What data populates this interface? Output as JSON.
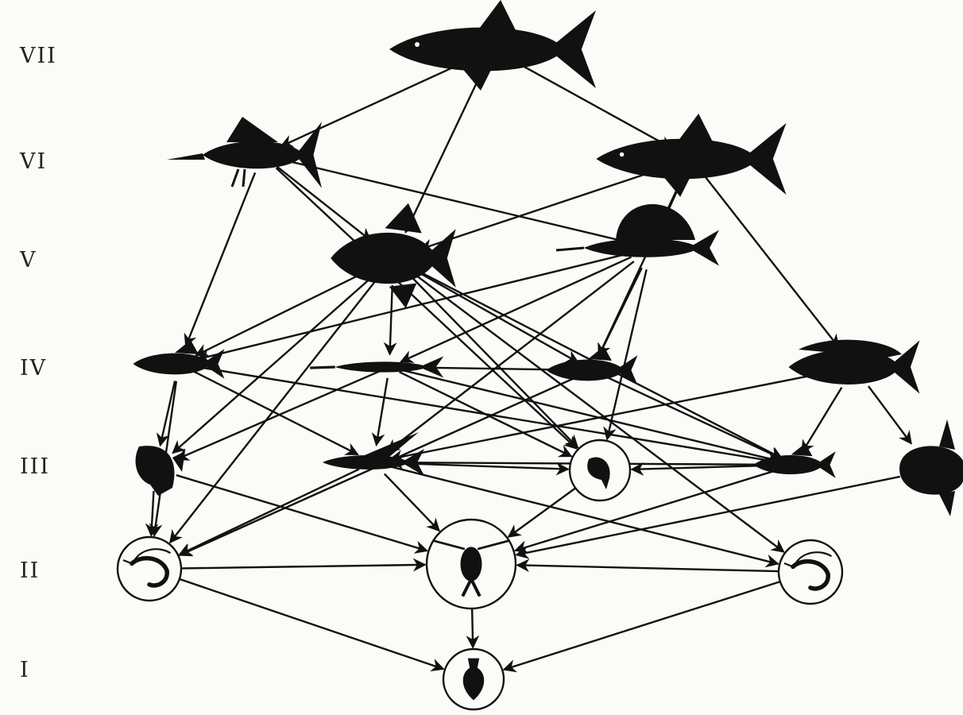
{
  "levels": [
    "VII",
    "VI",
    "V",
    "IV",
    "III",
    "II",
    "I"
  ],
  "colors": {
    "ink": "#111111",
    "paper": "#fbfbf8"
  },
  "nodes": [
    {
      "id": "shark-top",
      "level": "VII",
      "icon": "shark-icon"
    },
    {
      "id": "marlin",
      "level": "VI",
      "icon": "marlin-icon"
    },
    {
      "id": "shark-mid",
      "level": "VI",
      "icon": "shark-icon"
    },
    {
      "id": "tuna",
      "level": "V",
      "icon": "tuna-icon"
    },
    {
      "id": "sailfish",
      "level": "V",
      "icon": "sailfish-icon"
    },
    {
      "id": "fish-a",
      "level": "IV",
      "icon": "fish-icon"
    },
    {
      "id": "needlefish",
      "level": "IV",
      "icon": "needlefish-icon"
    },
    {
      "id": "fish-b",
      "level": "IV",
      "icon": "fish-icon"
    },
    {
      "id": "dolphinfish",
      "level": "IV",
      "icon": "dolphinfish-icon"
    },
    {
      "id": "small-fish",
      "level": "III",
      "icon": "small-fish-icon"
    },
    {
      "id": "flying-fish",
      "level": "III",
      "icon": "flying-fish-icon"
    },
    {
      "id": "amphipod",
      "level": "III",
      "icon": "amphipod-icon"
    },
    {
      "id": "fish-c",
      "level": "III",
      "icon": "fish-icon"
    },
    {
      "id": "sunfish",
      "level": "III",
      "icon": "sunfish-icon"
    },
    {
      "id": "shrimp-left",
      "level": "II",
      "icon": "shrimp-icon"
    },
    {
      "id": "copepod",
      "level": "II",
      "icon": "copepod-icon"
    },
    {
      "id": "shrimp-right",
      "level": "II",
      "icon": "shrimp-icon"
    },
    {
      "id": "phytoplankton",
      "level": "I",
      "icon": "phytoplankton-icon"
    }
  ],
  "links": [
    [
      "shark-top",
      "marlin"
    ],
    [
      "shark-top",
      "shark-mid"
    ],
    [
      "shark-top",
      "tuna"
    ],
    [
      "marlin",
      "tuna"
    ],
    [
      "marlin",
      "sailfish"
    ],
    [
      "marlin",
      "fish-a"
    ],
    [
      "marlin",
      "amphipod"
    ],
    [
      "shark-mid",
      "tuna"
    ],
    [
      "shark-mid",
      "sailfish"
    ],
    [
      "shark-mid",
      "dolphinfish"
    ],
    [
      "shark-mid",
      "fish-b"
    ],
    [
      "tuna",
      "fish-a"
    ],
    [
      "tuna",
      "needlefish"
    ],
    [
      "tuna",
      "small-fish"
    ],
    [
      "tuna",
      "shrimp-left"
    ],
    [
      "tuna",
      "amphipod"
    ],
    [
      "tuna",
      "fish-c"
    ],
    [
      "tuna",
      "fish-b"
    ],
    [
      "tuna",
      "shrimp-right"
    ],
    [
      "sailfish",
      "fish-a"
    ],
    [
      "sailfish",
      "needlefish"
    ],
    [
      "sailfish",
      "fish-b"
    ],
    [
      "sailfish",
      "amphipod"
    ],
    [
      "sailfish",
      "flying-fish"
    ],
    [
      "fish-a",
      "small-fish"
    ],
    [
      "fish-a",
      "shrimp-left"
    ],
    [
      "fish-a",
      "fish-c"
    ],
    [
      "fish-a",
      "flying-fish"
    ],
    [
      "needlefish",
      "fish-b"
    ],
    [
      "needlefish",
      "flying-fish"
    ],
    [
      "needlefish",
      "small-fish"
    ],
    [
      "needlefish",
      "fish-c"
    ],
    [
      "needlefish",
      "amphipod"
    ],
    [
      "fish-b",
      "fish-c"
    ],
    [
      "fish-b",
      "shrimp-left"
    ],
    [
      "dolphinfish",
      "fish-c"
    ],
    [
      "dolphinfish",
      "sunfish"
    ],
    [
      "dolphinfish",
      "flying-fish"
    ],
    [
      "small-fish",
      "shrimp-left"
    ],
    [
      "small-fish",
      "copepod"
    ],
    [
      "flying-fish",
      "amphipod"
    ],
    [
      "flying-fish",
      "copepod"
    ],
    [
      "flying-fish",
      "shrimp-left"
    ],
    [
      "flying-fish",
      "shrimp-right"
    ],
    [
      "fish-c",
      "amphipod"
    ],
    [
      "fish-c",
      "copepod"
    ],
    [
      "fish-c",
      "flying-fish"
    ],
    [
      "amphipod",
      "copepod"
    ],
    [
      "sunfish",
      "copepod"
    ],
    [
      "shrimp-left",
      "copepod"
    ],
    [
      "shrimp-right",
      "copepod"
    ],
    [
      "copepod",
      "phytoplankton"
    ],
    [
      "shrimp-left",
      "phytoplankton"
    ],
    [
      "shrimp-right",
      "phytoplankton"
    ]
  ]
}
